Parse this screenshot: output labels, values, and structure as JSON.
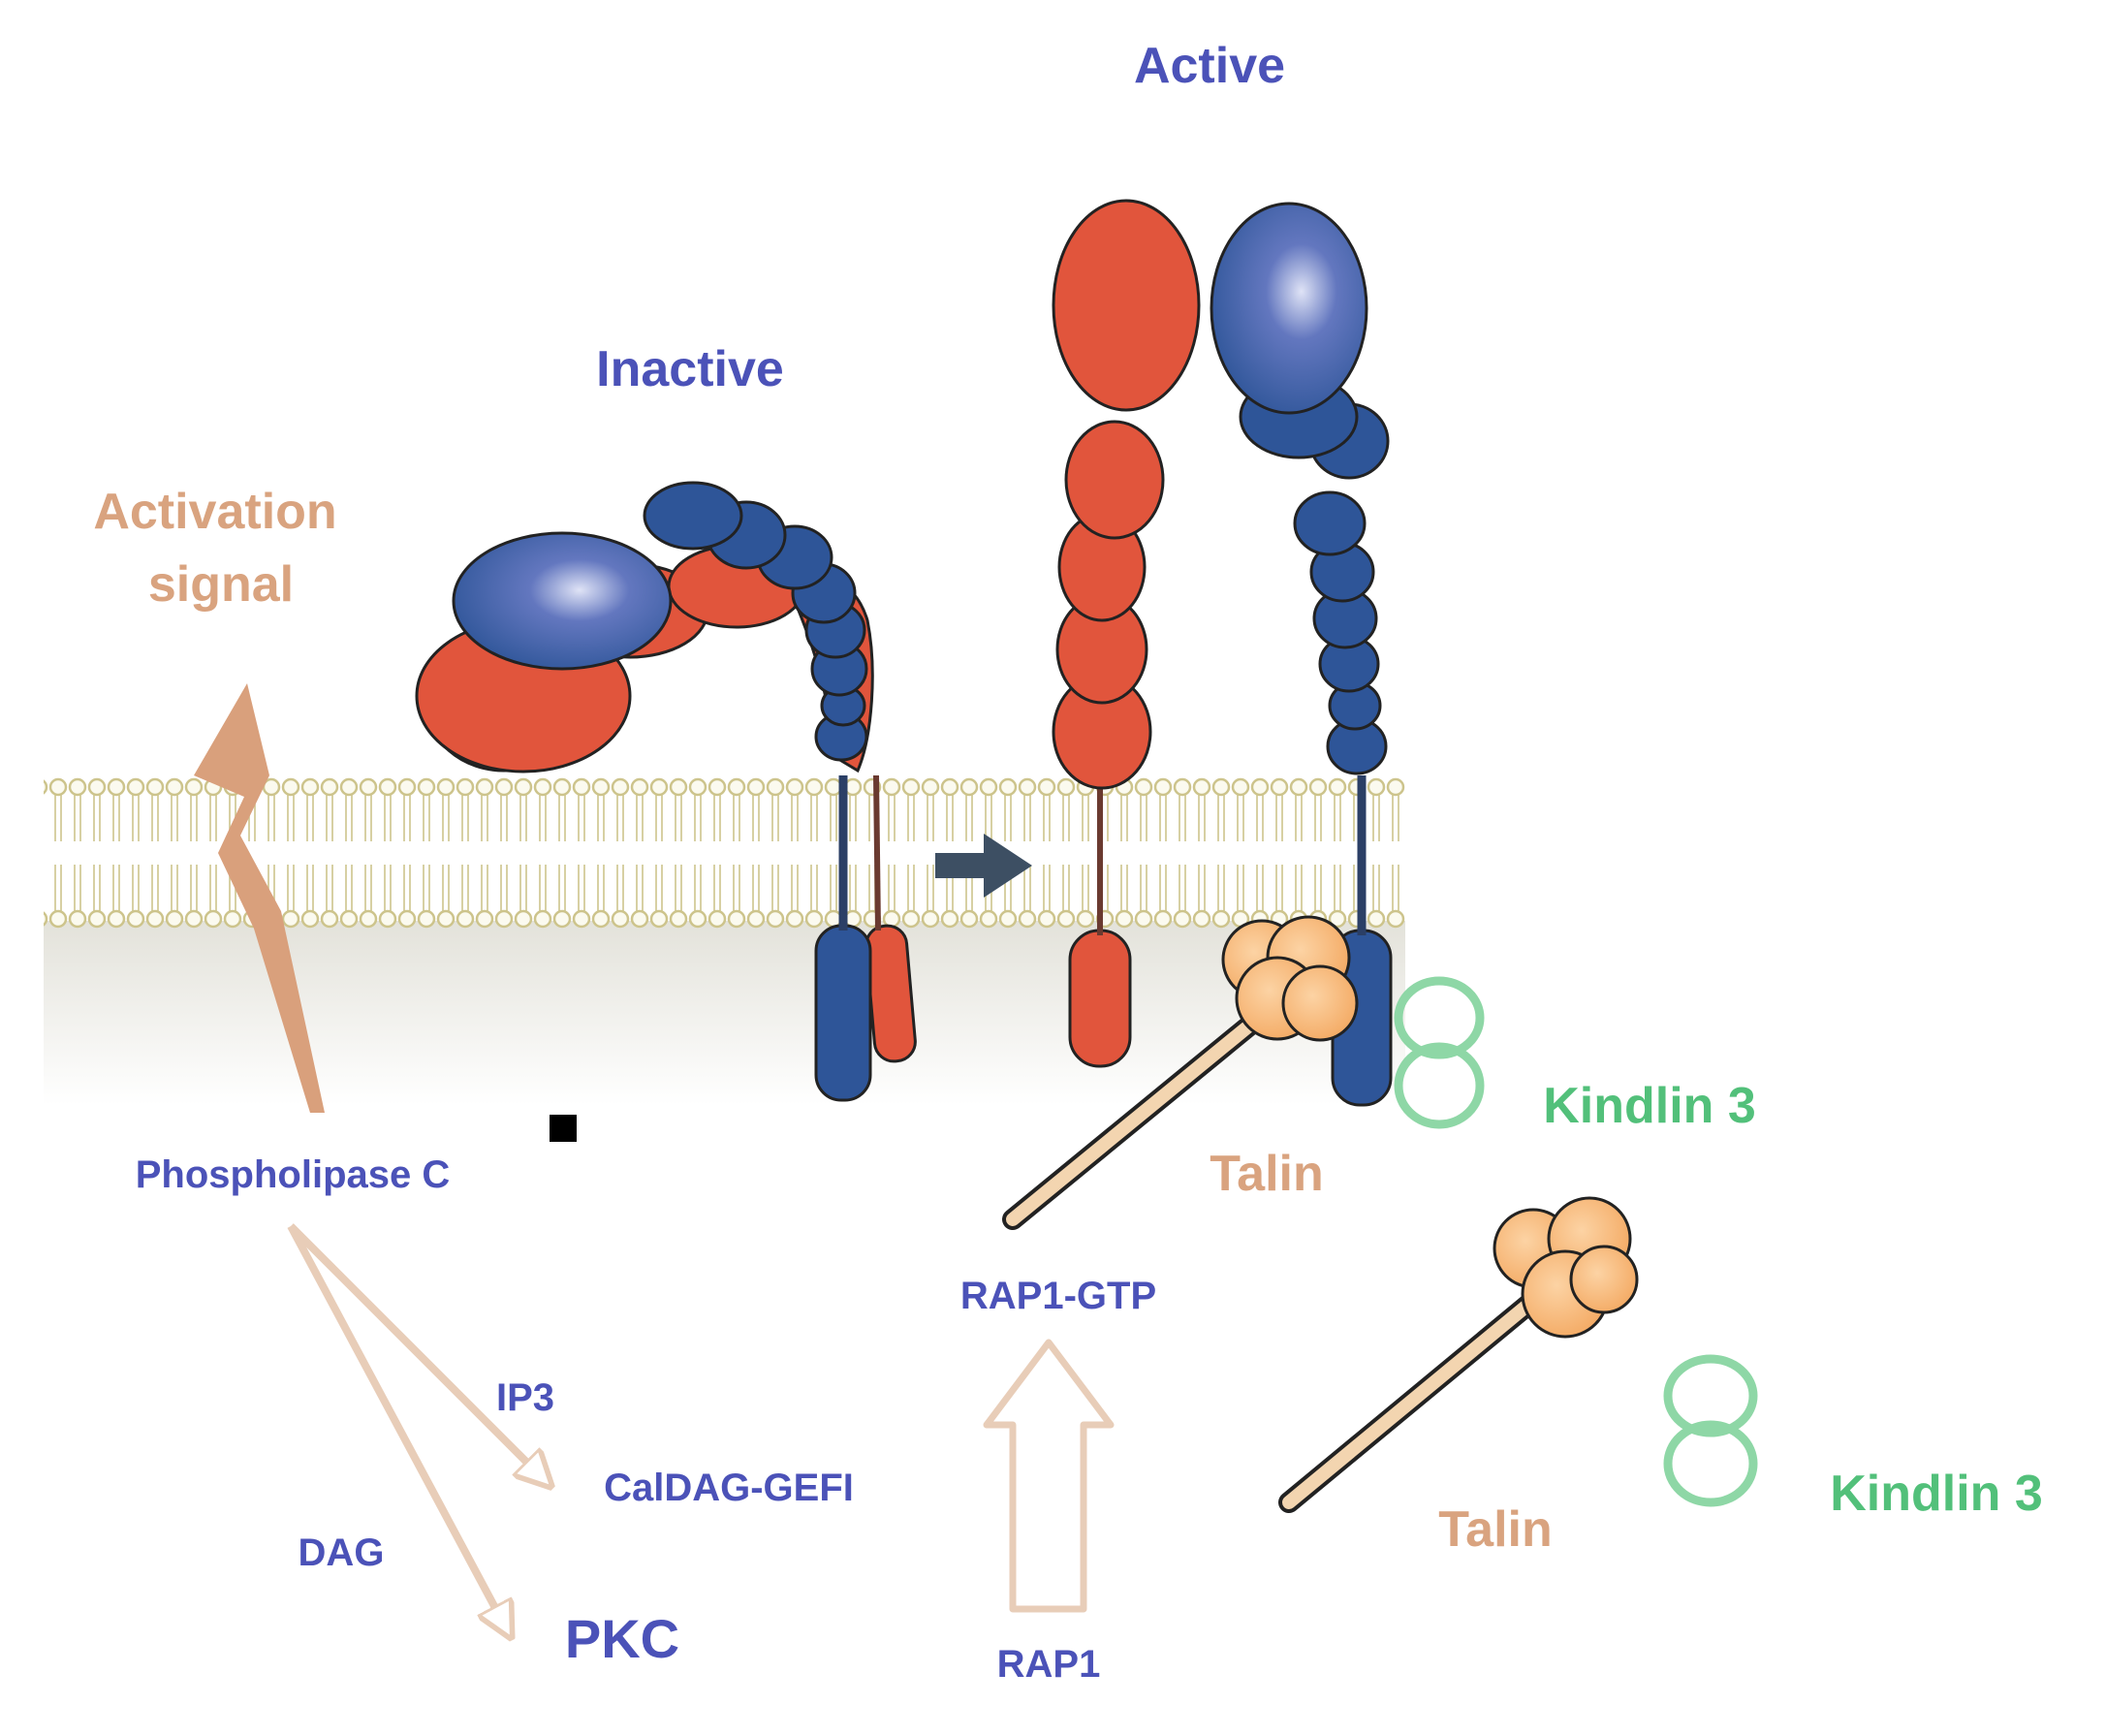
{
  "labels": {
    "active": "Active",
    "inactive": "Inactive",
    "activation_line1": "Activation",
    "activation_line2": "signal",
    "phospholipase": "Phospholipase C",
    "ip3": "IP3",
    "caldag": "CalDAG-GEFI",
    "dag": "DAG",
    "pkc": "PKC",
    "rap1_gtp": "RAP1-GTP",
    "rap1": "RAP1",
    "talin_1": "Talin",
    "talin_2": "Talin",
    "kindlin_1": "Kindlin 3",
    "kindlin_2": "Kindlin 3"
  },
  "colors": {
    "blue_label": "#4b52b8",
    "orange_label": "#d9a37f",
    "green_label": "#52c07a",
    "alpha_subunit": "#e1553c",
    "beta_subunit": "#2e5598",
    "membrane": "#d8cf9a",
    "talin_head": "#f4ad6a",
    "talin_rod": "#f3d5b0",
    "kindlin": "#8ed7a6",
    "signal_bolt": "#d9a07c",
    "arrow_outline": "#e8cdb8",
    "transition_arrow": "#3d4f63"
  }
}
